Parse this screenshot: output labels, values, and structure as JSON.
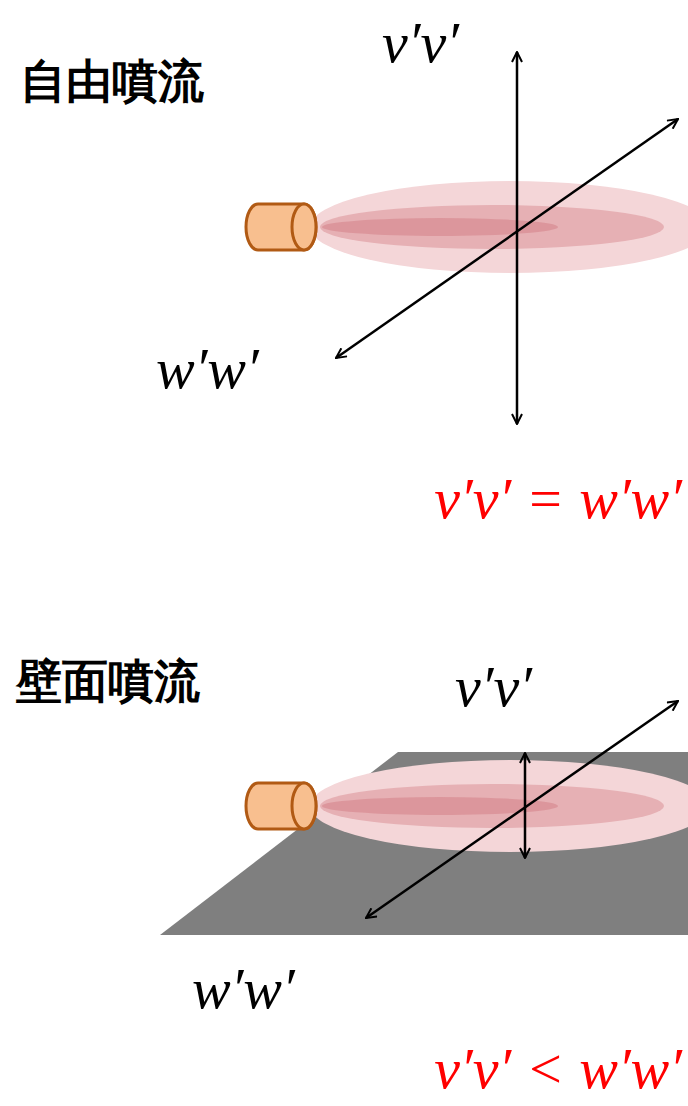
{
  "diagram": {
    "labels": [
      "自由噴流",
      "v′v′",
      "w′w′",
      "v′v′ = w′w′",
      "壁面噴流",
      "v′v′",
      "w′w′",
      "v′v′ < w′w′"
    ]
  }
}
